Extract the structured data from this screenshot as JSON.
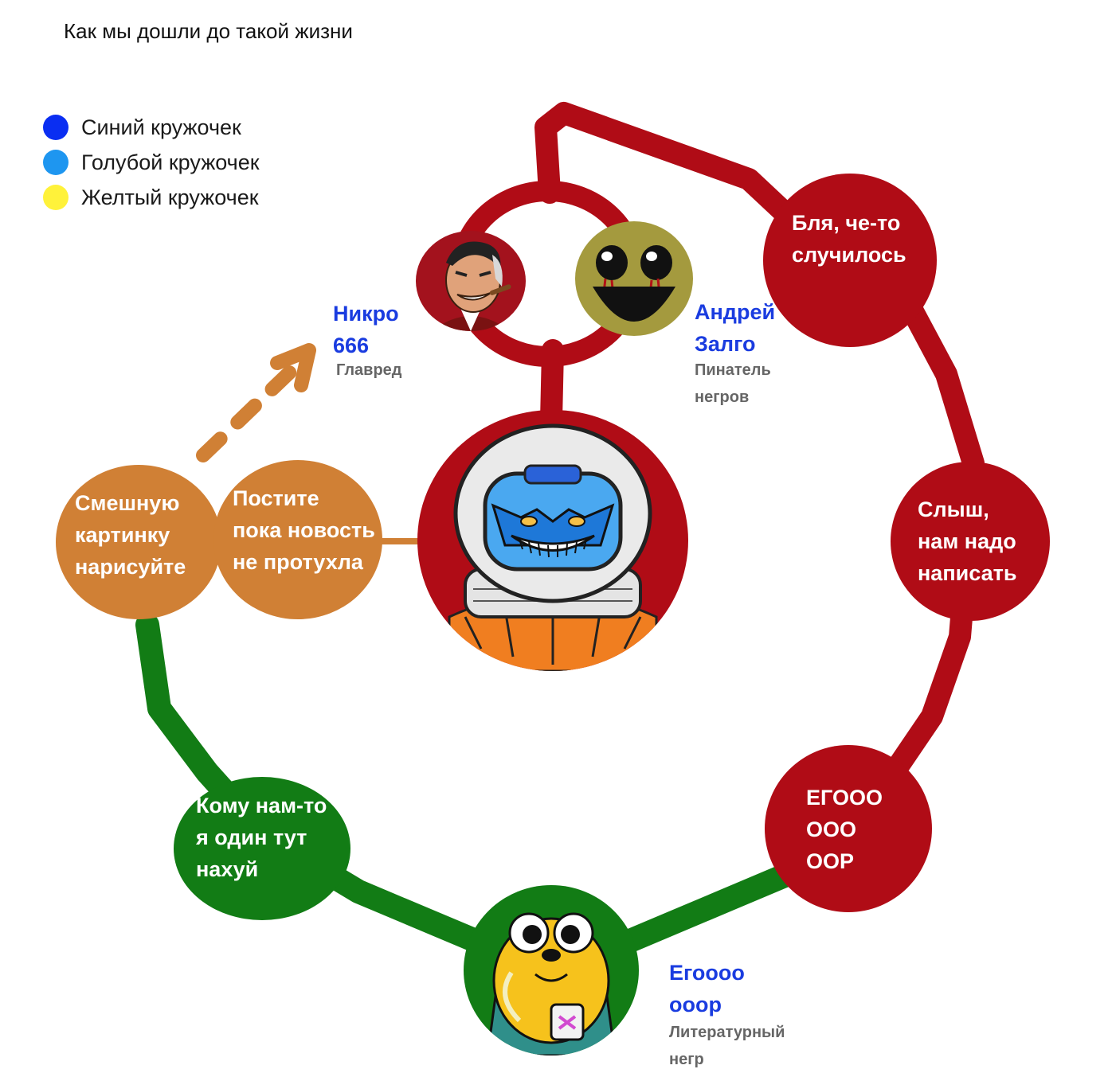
{
  "title": "Как мы дошли до такой жизни",
  "legend": [
    {
      "label": "Синий кружочек",
      "color": "#0a2ef2"
    },
    {
      "label": "Голубой кружочек",
      "color": "#1e96f0"
    },
    {
      "label": "Желтый кружочек",
      "color": "#fff23a"
    }
  ],
  "colors": {
    "red": "#b00c16",
    "orange": "#d08035",
    "green": "#127c15"
  },
  "nodes": {
    "happened": "Бля, че-то\nслучилось",
    "need_write": "Слыш,\nнам надо\nнаписать",
    "egooo_bubble": "ЕГООО\nООО\nООР",
    "alone": "Кому нам-то\nя один тут\nнахуй",
    "draw_pic": "Смешную\nкартинку\nнарисуйте",
    "post_news": "Постите\nпока новость\nне протухла"
  },
  "people": {
    "nikro": {
      "name": "Никро\n666",
      "role": "Главред",
      "icon": "boss-avatar"
    },
    "zalgo": {
      "name": "Андрей\nЗалго",
      "role": "Пинатель\nнегров",
      "icon": "smiley-avatar"
    },
    "egooo": {
      "name": "Егоооо\noоор",
      "role": "Литературный\nнегр",
      "icon": "dog-avatar"
    },
    "center": {
      "icon": "astronaut-shark-avatar"
    }
  }
}
